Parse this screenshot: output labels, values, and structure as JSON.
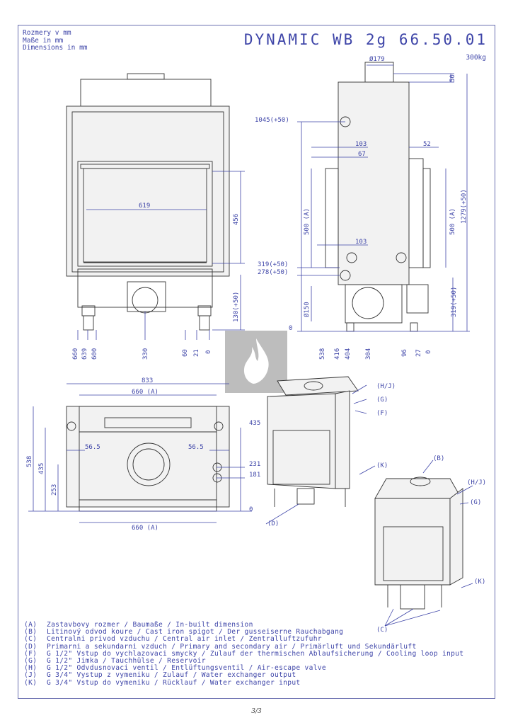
{
  "header": {
    "dimension_lines": [
      "Rozmery v mm",
      "Maße in mm",
      "Dimensions in mm"
    ],
    "title": "DYNAMIC WB 2g 66.50.01",
    "weight": "300kg"
  },
  "front_view": {
    "dims": {
      "width_619": "619",
      "height_456": "456",
      "h_130": "130(+50)",
      "bottom": [
        "660",
        "639",
        "600",
        "330",
        "60",
        "21",
        "0"
      ]
    }
  },
  "side_view": {
    "dims": {
      "d179": "Ø179",
      "d50": "50",
      "h1045": "1045(+50)",
      "d103a": "103",
      "d67": "67",
      "d52": "52",
      "d1279": "1279(+50)",
      "d500a_left": "500 (A)",
      "d500a_right": "500 (A)",
      "d103b": "103",
      "h319a": "319(+50)",
      "h278": "278(+50)",
      "d150": "Ø150",
      "h319b": "319(+50)",
      "zero": "0",
      "bottom": [
        "538",
        "416",
        "404",
        "304",
        "96",
        "27",
        "0"
      ]
    }
  },
  "top_view": {
    "dims": {
      "w833": "833",
      "w660a_top": "660 (A)",
      "w660a_bot": "660 (A)",
      "d56_left": "56.5",
      "d56_right": "56.5",
      "d538": "538",
      "d435_left": "435",
      "d253": "253",
      "d435_right": "435",
      "d231": "231",
      "d181": "181",
      "d0": "0"
    }
  },
  "callouts": {
    "hj_top": "(H/J)",
    "g_top": "(G)",
    "f": "(F)",
    "k_mid": "(K)",
    "d": "(D)",
    "b": "(B)",
    "hj_right": "(H/J)",
    "g_right": "(G)",
    "k_right": "(K)",
    "c": "(C)"
  },
  "legend": [
    {
      "key": "(A)",
      "text": "Zastavbovy rozmer / Baumaße / In-built dimension"
    },
    {
      "key": "(B)",
      "text": "Litinový odvod koure / Cast iron spigot / Der gusseiserne Rauchabgang"
    },
    {
      "key": "(C)",
      "text": "Centralni privod vzduchu / Central air inlet / Zentralluftzufuhr"
    },
    {
      "key": "(D)",
      "text": "Primarni a sekundarni vzduch / Primary and secondary air / Primärluft und Sekundärluft"
    },
    {
      "key": "(F)",
      "text": "G 1/2\" Vstup do vychlazovaci smycky / Zulauf der thermischen Ablaufsicherung / Cooling loop input"
    },
    {
      "key": "(G)",
      "text": "G 1/2\" Jimka / Tauchhülse / Reservoir"
    },
    {
      "key": "(H)",
      "text": "G 1/2\" Odvdusnovaci ventil / Entlüftungsventil / Air-escape valve"
    },
    {
      "key": "(J)",
      "text": "G 3/4\" Vystup z vymeniku / Zulauf / Water exchanger output"
    },
    {
      "key": "(K)",
      "text": "G 3/4\" Vstup do vymeniku / Rücklauf / Water exchanger input"
    }
  ],
  "page_number": "3/3",
  "logo": "flame-logo"
}
